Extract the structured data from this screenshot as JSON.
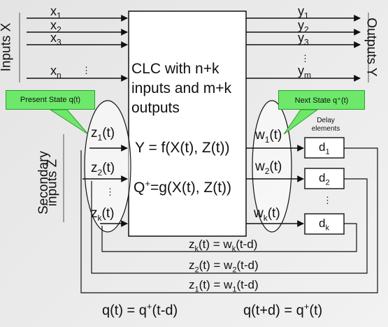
{
  "side_labels": {
    "inputs_x": "Inputs X",
    "outputs_y": "Outputs Y",
    "secondary_line1": "Secondary",
    "secondary_line2": "inputs Z"
  },
  "inputs": [
    {
      "base": "x",
      "sub": "1"
    },
    {
      "base": "x",
      "sub": "2"
    },
    {
      "base": "x",
      "sub": "3"
    },
    {
      "base": "x",
      "sub": "n"
    }
  ],
  "outputs": [
    {
      "base": "y",
      "sub": "1"
    },
    {
      "base": "y",
      "sub": "2"
    },
    {
      "base": "y",
      "sub": "3"
    },
    {
      "base": "y",
      "sub": "m"
    }
  ],
  "clc_text": [
    "CLC with n+k",
    "inputs and m+k",
    "outputs"
  ],
  "equations": {
    "y_eq": "Y = f(X(t), Z(t))",
    "q_pre": "Q",
    "q_sup": "+",
    "q_post": "=g(X(t), Z(t))"
  },
  "callouts": {
    "present": "Present State q(t)",
    "next": "Next State q⁺(t)"
  },
  "delay_label": [
    "Delay",
    "elements"
  ],
  "z_labels": [
    {
      "base": "z",
      "sub": "1",
      "rest": "(t)"
    },
    {
      "base": "z",
      "sub": "2",
      "rest": "(t)"
    },
    {
      "base": "z",
      "sub": "k",
      "rest": "(t)"
    }
  ],
  "w_labels": [
    {
      "base": "w",
      "sub": "1",
      "rest": "(t)"
    },
    {
      "base": "w",
      "sub": "2",
      "rest": "(t)"
    },
    {
      "base": "w",
      "sub": "k",
      "rest": "(t)"
    }
  ],
  "delays": [
    {
      "base": "d",
      "sub": "1"
    },
    {
      "base": "d",
      "sub": "2"
    },
    {
      "base": "d",
      "sub": "k"
    }
  ],
  "feedback": [
    {
      "z_sub": "k",
      "mid": "(t) = w",
      "w_sub": "k",
      "tail": "(t-d)"
    },
    {
      "z_sub": "2",
      "mid": "(t) = w",
      "w_sub": "2",
      "tail": "(t-d)"
    },
    {
      "z_sub": "1",
      "mid": "(t) = w",
      "w_sub": "1",
      "tail": "(t-d)"
    }
  ],
  "footer": {
    "left_pre": "q(t)  = q",
    "left_sup": "+",
    "left_post": "(t-d)",
    "right_pre": "q(t+d)  = q",
    "right_sup": "+",
    "right_post": "(t)"
  },
  "ellipsis": "⋮",
  "colors": {
    "callout_fill": "#6de86b",
    "box_fill": "#ffffff",
    "background": "#e8e8e8"
  }
}
